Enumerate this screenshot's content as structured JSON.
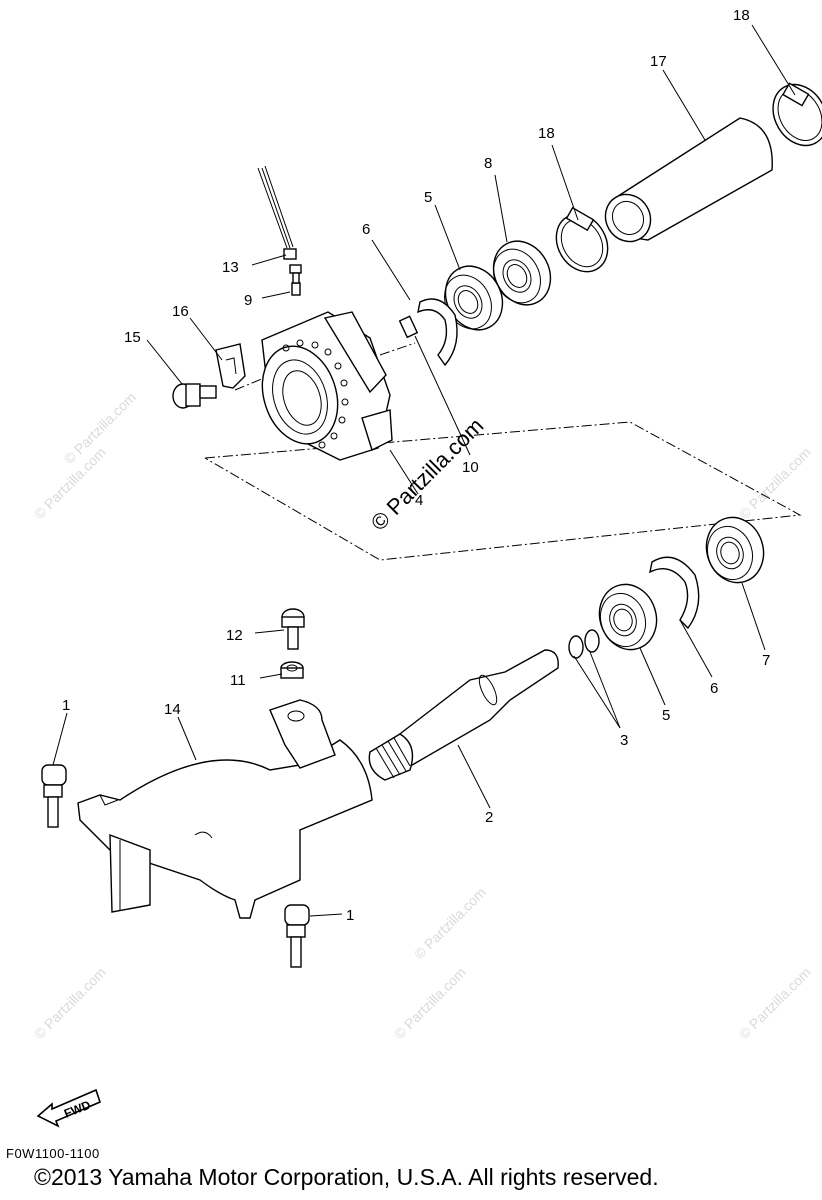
{
  "diagram": {
    "callouts": [
      {
        "id": "c18a",
        "label": "18"
      },
      {
        "id": "c17",
        "label": "17"
      },
      {
        "id": "c18b",
        "label": "18"
      },
      {
        "id": "c8",
        "label": "8"
      },
      {
        "id": "c5a",
        "label": "5"
      },
      {
        "id": "c6a",
        "label": "6"
      },
      {
        "id": "c13",
        "label": "13"
      },
      {
        "id": "c9",
        "label": "9"
      },
      {
        "id": "c16",
        "label": "16"
      },
      {
        "id": "c15",
        "label": "15"
      },
      {
        "id": "c10",
        "label": "10"
      },
      {
        "id": "c4",
        "label": "4"
      },
      {
        "id": "c12",
        "label": "12"
      },
      {
        "id": "c11",
        "label": "11"
      },
      {
        "id": "c1a",
        "label": "1"
      },
      {
        "id": "c14",
        "label": "14"
      },
      {
        "id": "c7",
        "label": "7"
      },
      {
        "id": "c6b",
        "label": "6"
      },
      {
        "id": "c5b",
        "label": "5"
      },
      {
        "id": "c3",
        "label": "3"
      },
      {
        "id": "c2",
        "label": "2"
      },
      {
        "id": "c1b",
        "label": "1"
      }
    ],
    "watermark_main": "© Partzilla.com",
    "watermark_repeat": "© Partzilla.com"
  },
  "fwd_label": "FWD",
  "drawing_code": "F0W1100-1100",
  "copyright": "©2013  Yamaha Motor Corporation, U.S.A. All rights reserved."
}
